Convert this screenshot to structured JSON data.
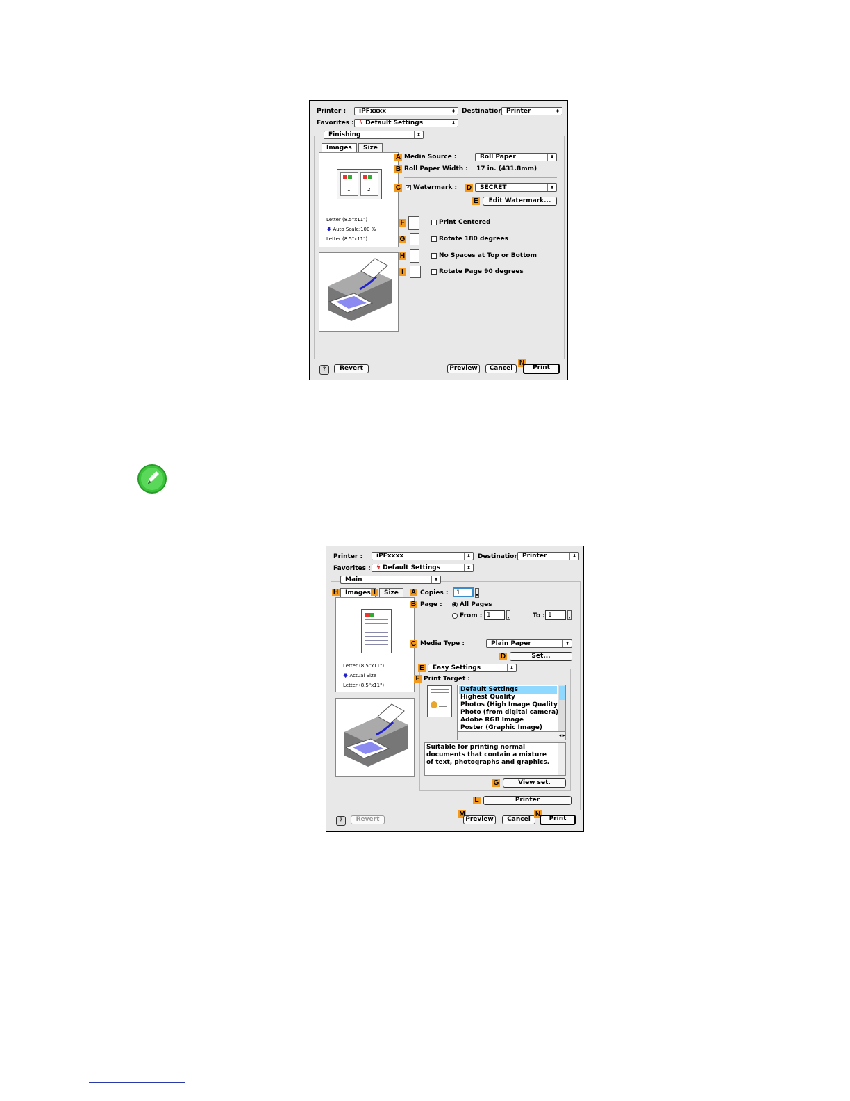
{
  "dialog1": {
    "printer_label": "Printer :",
    "printer_value": "iPFxxxx",
    "destination_label": "Destination :",
    "destination_value": "Printer",
    "favorites_label": "Favorites :",
    "favorites_value": "Default Settings",
    "panel_value": "Finishing",
    "tabs": [
      "Images",
      "Size"
    ],
    "media_source_label": "Media Source :",
    "media_source_value": "Roll Paper",
    "roll_width_label": "Roll Paper Width :",
    "roll_width_value": "17 in. (431.8mm)",
    "watermark_label": "Watermark :",
    "watermark_value": "SECRET",
    "edit_watermark": "Edit Watermark...",
    "print_centered": "Print Centered",
    "rotate180": "Rotate 180 degrees",
    "no_spaces": "No Spaces at Top or Bottom",
    "rotate90": "Rotate Page 90 degrees",
    "preview_info": [
      "Letter (8.5\"x11\")",
      "Auto Scale:100 %",
      "Letter (8.5\"x11\")"
    ],
    "page_nums": [
      "1",
      "2"
    ],
    "revert": "Revert",
    "preview": "Preview",
    "cancel": "Cancel",
    "print": "Print",
    "marks": [
      "A",
      "B",
      "C",
      "D",
      "E",
      "F",
      "G",
      "H",
      "I",
      "N"
    ]
  },
  "dialog2": {
    "printer_label": "Printer :",
    "printer_value": "iPFxxxx",
    "destination_label": "Destination :",
    "destination_value": "Printer",
    "favorites_label": "Favorites :",
    "favorites_value": "Default Settings",
    "panel_value": "Main",
    "tabs": [
      "Images",
      "Size"
    ],
    "copies_label": "Copies :",
    "copies_value": "1",
    "page_label": "Page :",
    "all_pages": "All Pages",
    "from_label": "From :",
    "from_value": "1",
    "to_label": "To :",
    "to_value": "1",
    "media_type_label": "Media Type :",
    "media_type_value": "Plain Paper",
    "set_button": "Set...",
    "mode_value": "Easy Settings",
    "print_target_label": "Print Target :",
    "targets": [
      "Default Settings",
      "Highest Quality",
      "Photos (High Image Quality)",
      "Photo (from digital camera)",
      "Adobe RGB Image",
      "Poster (Graphic Image)"
    ],
    "description": "Suitable for printing normal documents that contain a mixture of text, photographs and graphics.",
    "view_set": "View set.",
    "printer_button": "Printer",
    "preview_info": [
      "Letter (8.5\"x11\")",
      "Actual Size",
      "Letter (8.5\"x11\")"
    ],
    "revert": "Revert",
    "preview": "Preview",
    "cancel": "Cancel",
    "print": "Print",
    "marks": [
      "A",
      "B",
      "C",
      "D",
      "E",
      "F",
      "G",
      "H",
      "I",
      "L",
      "M",
      "N"
    ]
  },
  "colors": {
    "marker": "#f39a1e",
    "dialog_bg": "#e8e8e8",
    "selection": "#8fd8ff",
    "note_icon": "#3cc43c"
  }
}
